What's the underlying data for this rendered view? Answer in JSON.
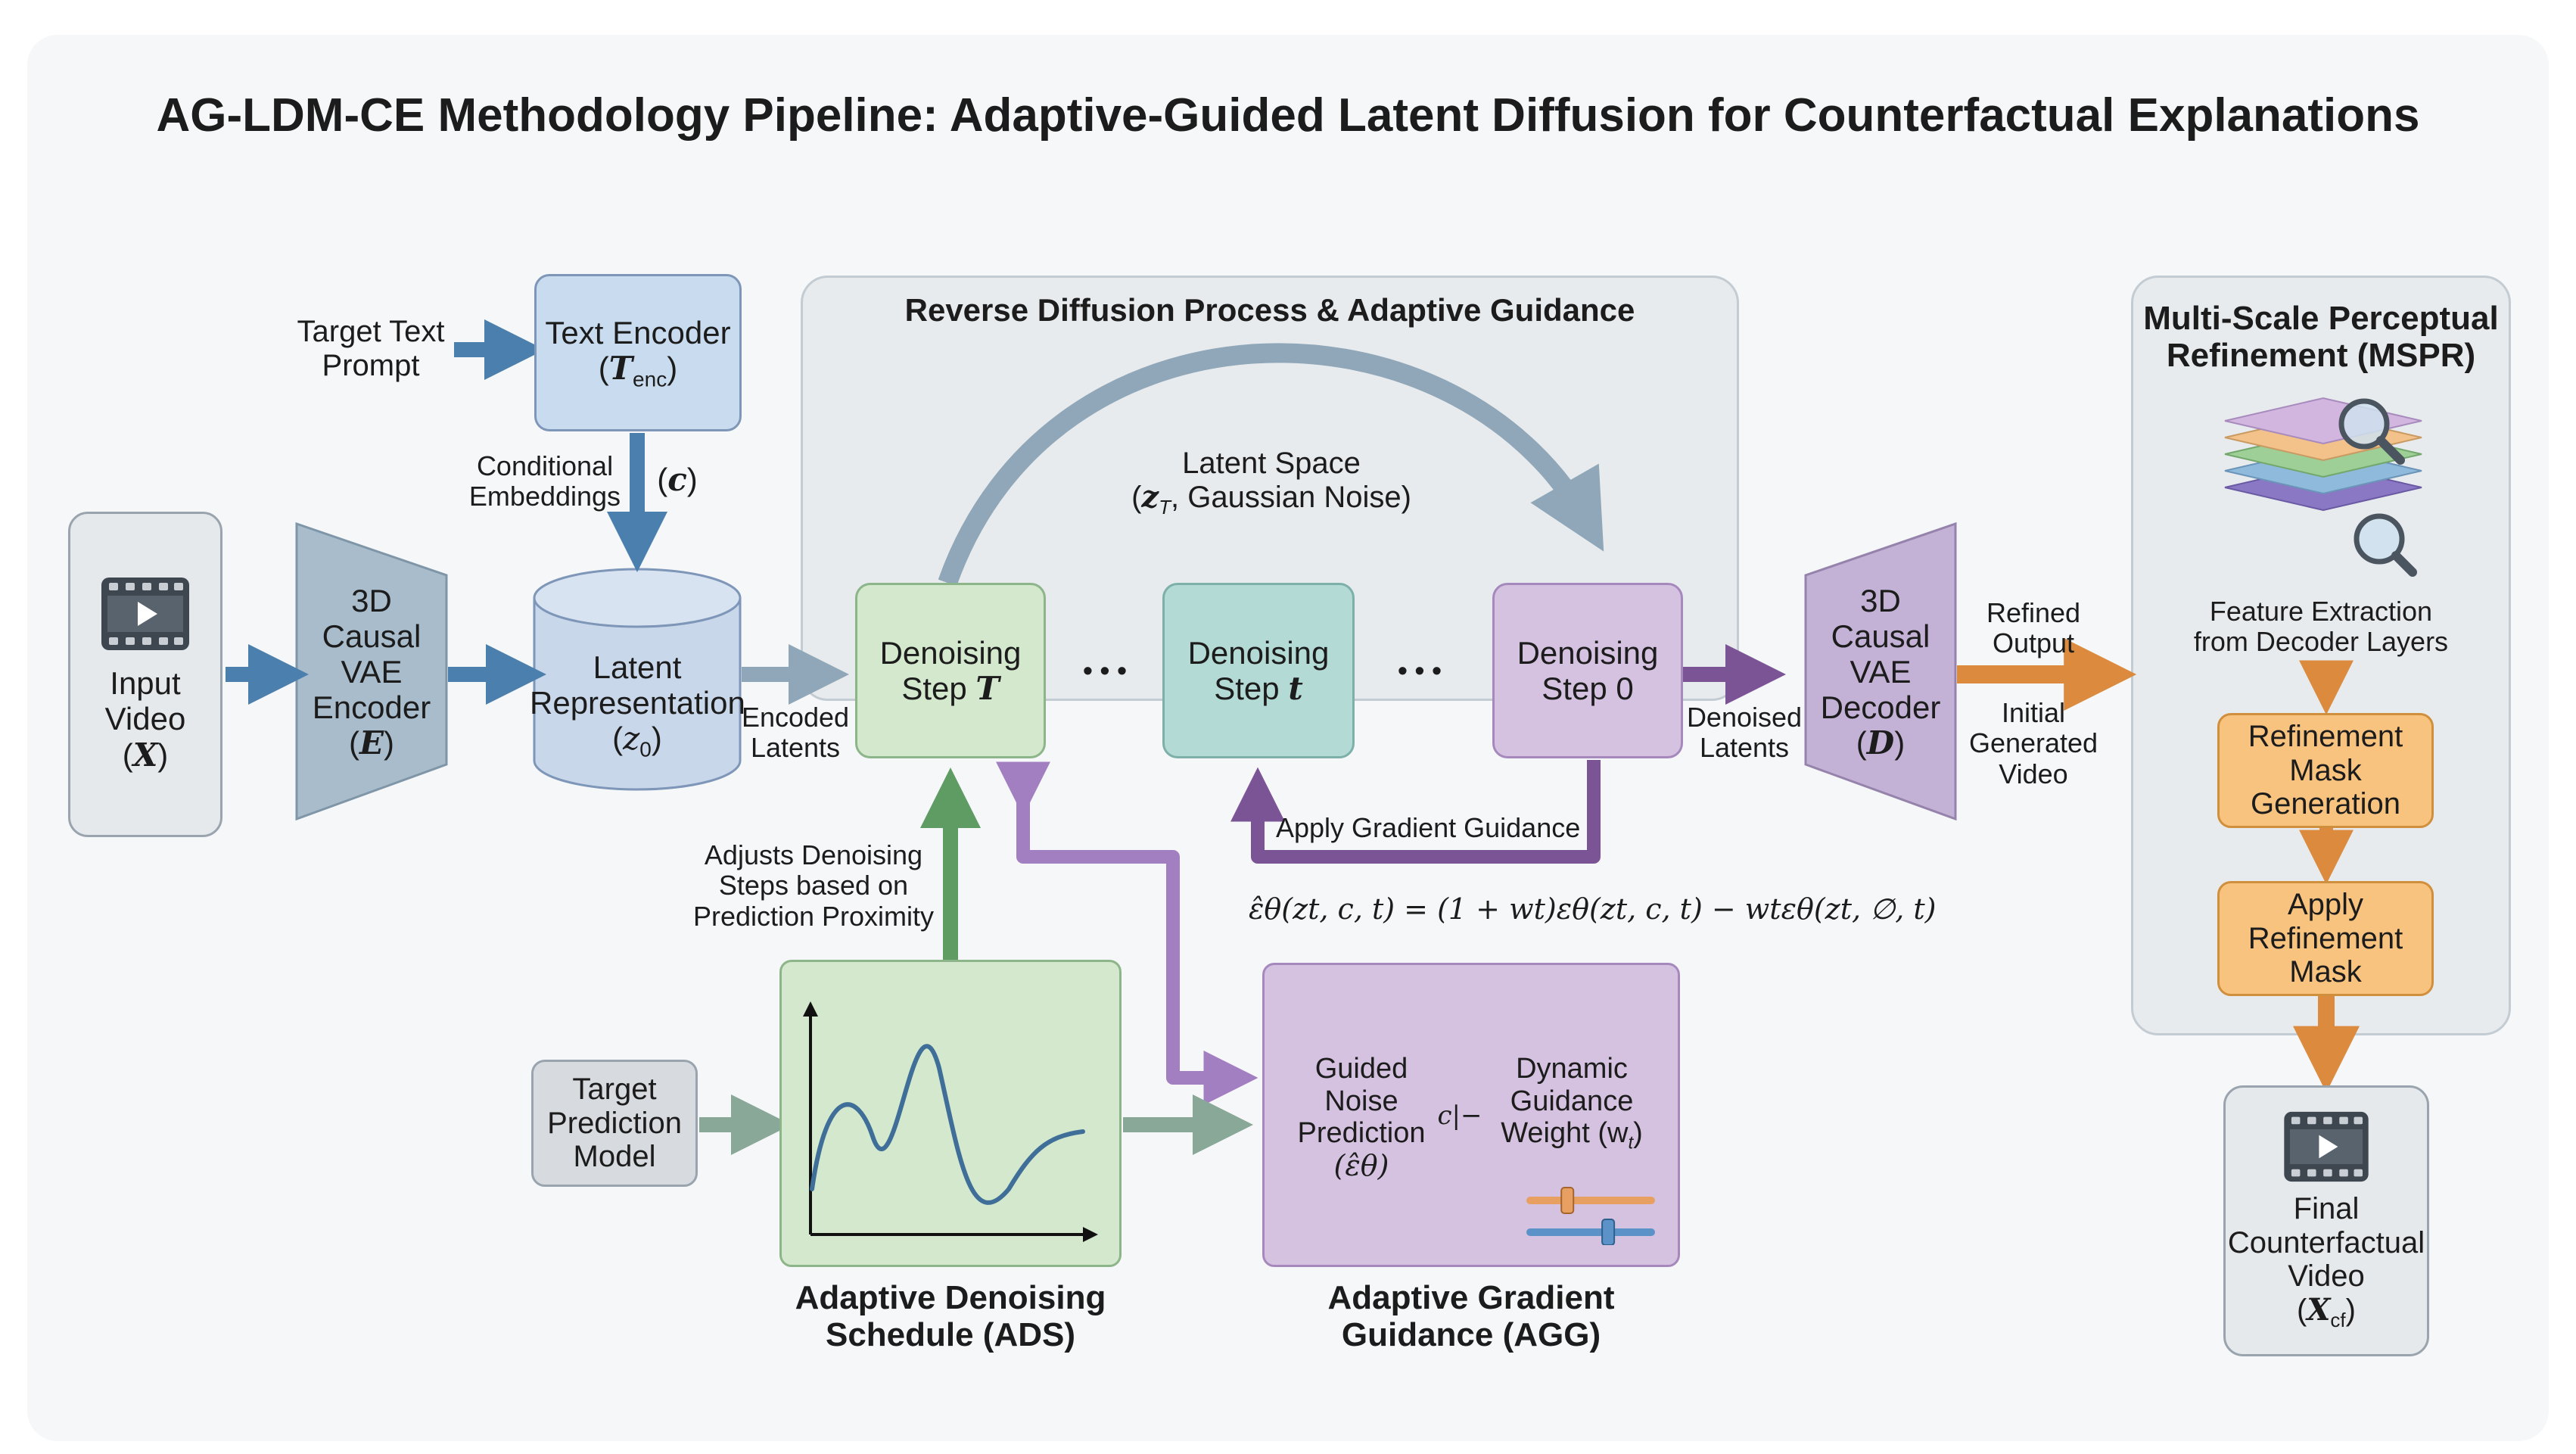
{
  "title": "AG-LDM-CE Methodology Pipeline: Adaptive-Guided Latent Diffusion for Counterfactual Explanations",
  "colors": {
    "blue_box": "#c9dcef",
    "blue_arrow": "#4a7fae",
    "slate": "#8fa7b8",
    "green_box": "#d3e8cc",
    "green_arrow": "#5f9c64",
    "teal_box": "#b3dad5",
    "purple_box": "#d5c2e0",
    "purple_arrow": "#7b5496",
    "orange_box": "#f8c37e",
    "orange_arrow": "#dc8a3e",
    "gray_box": "#e6e9ec"
  },
  "input": {
    "line1": "Input",
    "line2": "Video",
    "sym": "X",
    "icon": "video-film-icon"
  },
  "vae_encoder": {
    "l1": "3D",
    "l2": "Causal",
    "l3": "VAE",
    "l4": "Encoder",
    "sym": "E"
  },
  "target_text": {
    "l1": "Target Text",
    "l2": "Prompt"
  },
  "text_encoder": {
    "l1": "Text Encoder",
    "sym": "T",
    "sub": "enc"
  },
  "cond_embeddings": {
    "l1": "Conditional",
    "l2": "Embeddings",
    "sym": "c"
  },
  "latent_rep": {
    "l1": "Latent",
    "l2": "Representation",
    "sym": "z",
    "sub": "0"
  },
  "encoded_latents": {
    "l1": "Encoded",
    "l2": "Latents"
  },
  "reverse": {
    "title": "Reverse Diffusion Process & Adaptive Guidance",
    "latent_space_l1": "Latent Space",
    "latent_space_sym": "z",
    "latent_space_sub": "T",
    "latent_space_rest": ", Gaussian Noise)",
    "ellipsis": "• • •"
  },
  "step_T": {
    "l1": "Denoising",
    "l2": "Step",
    "sym": "T"
  },
  "step_t": {
    "l1": "Denoising",
    "l2": "Step",
    "sym": "t"
  },
  "step_0": {
    "l1": "Denoising",
    "l2": "Step 0"
  },
  "apply_gradient": "Apply Gradient Guidance",
  "equation": "ε̂θ(zt, c, t) = (1 + wt)εθ(zt, c, t) − wtεθ(zt, ∅, t)",
  "adjusts": {
    "l1": "Adjusts Denoising",
    "l2": "Steps based on",
    "l3": "Prediction Proximity"
  },
  "target_model": {
    "l1": "Target",
    "l2": "Prediction",
    "l3": "Model"
  },
  "ads": {
    "l1": "Adaptive Denoising",
    "l2": "Schedule (ADS)"
  },
  "agg": {
    "guided_l1": "Guided",
    "guided_l2": "Noise",
    "guided_l3": "Prediction",
    "guided_sym": "(ε̂θ)",
    "connector": "c|−",
    "dyn_l1": "Dynamic",
    "dyn_l2": "Guidance",
    "dyn_l3": "Weight (w",
    "dyn_sub": "t",
    "dyn_close": ")",
    "label_l1": "Adaptive Gradient",
    "label_l2": "Guidance (AGG)",
    "slider1_value": 0.3,
    "slider2_value": 0.65
  },
  "denoised_latents": {
    "l1": "Denoised",
    "l2": "Latents"
  },
  "vae_decoder": {
    "l1": "3D",
    "l2": "Causal",
    "l3": "VAE",
    "l4": "Decoder",
    "sym": "D"
  },
  "refined_output": {
    "l1": "Refined",
    "l2": "Output"
  },
  "initial_generated": {
    "l1": "Initial",
    "l2": "Generated",
    "l3": "Video"
  },
  "mspr": {
    "title_l1": "Multi-Scale Perceptual",
    "title_l2": "Refinement (MSPR)",
    "feature_l1": "Feature Extraction",
    "feature_l2": "from Decoder Layers",
    "icon": "layers-magnifier-icon"
  },
  "refinement_mask_gen": {
    "l1": "Refinement",
    "l2": "Mask",
    "l3": "Generation"
  },
  "apply_refinement_mask": {
    "l1": "Apply",
    "l2": "Refinement",
    "l3": "Mask"
  },
  "final_video": {
    "l1": "Final",
    "l2": "Counterfactual",
    "l3": "Video",
    "sym": "X",
    "sub": "cf",
    "icon": "video-film-icon"
  }
}
